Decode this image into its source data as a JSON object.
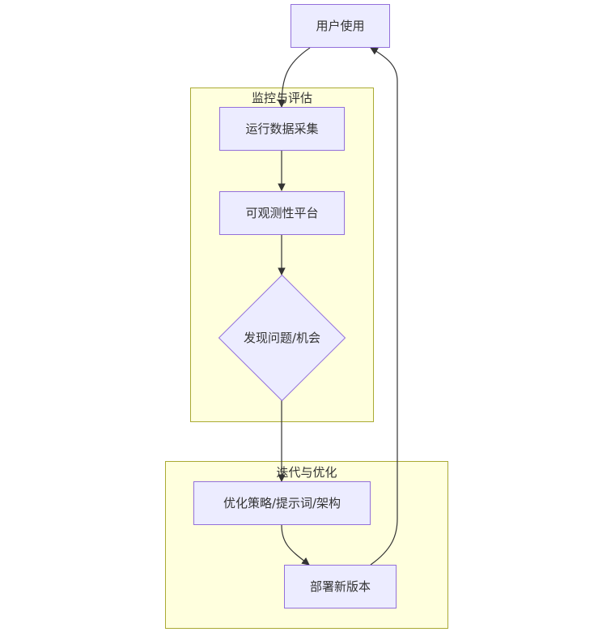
{
  "diagram": {
    "type": "flowchart",
    "direction": "top-down",
    "nodes": [
      {
        "id": "user",
        "label": "用户使用",
        "shape": "rect"
      },
      {
        "id": "collect",
        "label": "运行数据采集",
        "shape": "rect",
        "group": "monitor"
      },
      {
        "id": "observe",
        "label": "可观测性平台",
        "shape": "rect",
        "group": "monitor"
      },
      {
        "id": "discover",
        "label": "发现问题/机会",
        "shape": "diamond",
        "group": "monitor"
      },
      {
        "id": "optimize",
        "label": "优化策略/提示词/架构",
        "shape": "rect",
        "group": "iterate"
      },
      {
        "id": "deploy",
        "label": "部署新版本",
        "shape": "rect",
        "group": "iterate"
      }
    ],
    "groups": [
      {
        "id": "monitor",
        "label": "监控与评估"
      },
      {
        "id": "iterate",
        "label": "迭代与优化"
      }
    ],
    "edges": [
      {
        "from": "user",
        "to": "collect"
      },
      {
        "from": "collect",
        "to": "observe"
      },
      {
        "from": "observe",
        "to": "discover"
      },
      {
        "from": "discover",
        "to": "optimize"
      },
      {
        "from": "optimize",
        "to": "deploy"
      },
      {
        "from": "deploy",
        "to": "user"
      }
    ],
    "colors": {
      "node_fill": "#ececff",
      "node_stroke": "#9370db",
      "cluster_fill": "#ffffde",
      "cluster_stroke": "#aaaa33",
      "edge": "#333333",
      "text": "#333333"
    }
  }
}
